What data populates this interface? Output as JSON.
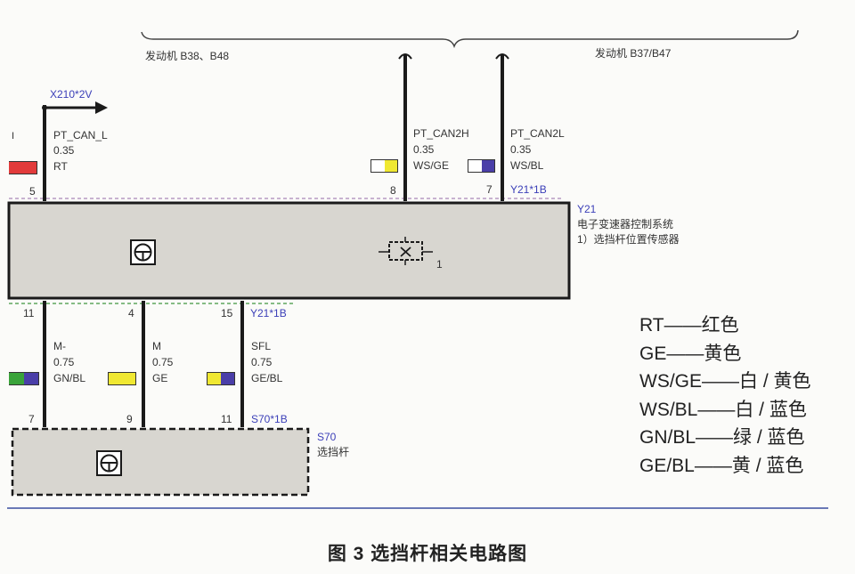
{
  "header": {
    "left_group": "发动机 B38、B48",
    "right_group": "发动机 B37/B47"
  },
  "connector_x210": "X210*2V",
  "top_wires": [
    {
      "pin": "5",
      "signal": "PT_CAN_L",
      "gauge": "0.35",
      "color_code": "RT",
      "colors": [
        "#e23b3b"
      ]
    },
    {
      "pin": "8",
      "signal": "PT_CAN2H",
      "gauge": "0.35",
      "color_code": "WS/GE",
      "colors": [
        "#ffffff",
        "#f0e832"
      ]
    },
    {
      "pin": "7",
      "signal": "PT_CAN2L",
      "gauge": "0.35",
      "color_code": "WS/BL",
      "colors": [
        "#ffffff",
        "#4a3ea8"
      ]
    }
  ],
  "top_partial_label": "I",
  "connector_y21_top": "Y21*1B",
  "module": {
    "id": "Y21",
    "name": "电子变速器控制系统",
    "component": "1）选挡杆位置传感器",
    "component_index": "1"
  },
  "bottom_wires": [
    {
      "pin_top": "11",
      "pin_bottom": "7",
      "signal": "M-",
      "gauge": "0.75",
      "color_code": "GN/BL",
      "colors": [
        "#3aa33a",
        "#4a3ea8"
      ]
    },
    {
      "pin_top": "4",
      "pin_bottom": "9",
      "signal": "M",
      "gauge": "0.75",
      "color_code": "GE",
      "colors": [
        "#f0e832"
      ]
    },
    {
      "pin_top": "15",
      "pin_bottom": "11",
      "signal": "SFL",
      "gauge": "0.75",
      "color_code": "GE/BL",
      "colors": [
        "#f0e832",
        "#4a3ea8"
      ]
    }
  ],
  "connector_y21_bottom": "Y21*1B",
  "connector_s70": "S70*1B",
  "selector": {
    "id": "S70",
    "name": "选挡杆"
  },
  "legend": [
    "RT——红色",
    "GE——黄色",
    "WS/GE——白 / 黄色",
    "WS/BL——白 / 蓝色",
    "GN/BL——绿 / 蓝色",
    "GE/BL——黄 / 蓝色"
  ],
  "caption": "图 3 选挡杆相关电路图",
  "colors": {
    "label_blue": "#3b3fb8",
    "block_fill": "#d8d6d0",
    "wire": "#1a1a1a",
    "divider": "#3b4ea0"
  }
}
